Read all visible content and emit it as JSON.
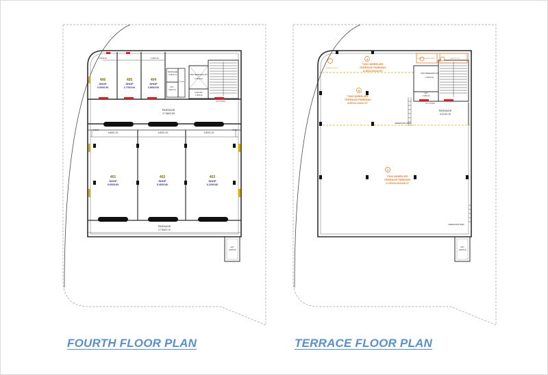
{
  "colors": {
    "wall": "#2b2b2b",
    "title": "#5b8fc9",
    "shop_label": "#2e2a86",
    "shop_number": "#7a6a00",
    "parking": "#e87722",
    "marker": "#d81e1e",
    "column": "#111111"
  },
  "titles": {
    "fourth": "FOURTH FLOOR PLAN",
    "terrace": "TERRACE FLOOR PLAN"
  },
  "fourth_floor": {
    "shops": [
      {
        "no": "406",
        "name": "SHOP",
        "dim": "3.30X6.94"
      },
      {
        "no": "405",
        "name": "SHOP",
        "dim": "2.70X4.94"
      },
      {
        "no": "404",
        "name": "SHOP",
        "dim": "2.85X4.94"
      },
      {
        "no": "401",
        "name": "SHOP",
        "dim": "5.65X9.80"
      },
      {
        "no": "402",
        "name": "SHOP",
        "dim": "5.45X9.80"
      },
      {
        "no": "403",
        "name": "SHOP",
        "dim": "6.15X9.80"
      }
    ],
    "passage_top": {
      "name": "PASSAGE",
      "dim": "17.56X2.50"
    },
    "passage_bottom": {
      "name": "PASSAGE",
      "dim": "17.56X2.10"
    },
    "passage_small": {
      "name": "PASSAGE",
      "dim": "3.15X2.13"
    },
    "two_wheeler_lift": {
      "name": "TWO WHEELER LIFT",
      "dim": "3.75X2.15"
    },
    "car_lift": {
      "name": "CAR LIFT",
      "dim": "3.75X1.00"
    },
    "lift_down": "LIFT DOWN",
    "lift_bottom": {
      "name": "LIFT",
      "dim": "1.80X2.15"
    },
    "depths": [
      "4.50X1.10",
      "4.50X1.10",
      "3.40X1.10"
    ],
    "wc": "W.C",
    "wc_dim": "1.00X1.70",
    "store": "STORE",
    "pass_b": "PASS B",
    "ramp": "RAMP",
    "top_dims": [
      "3.15X2.10",
      "1.00X1.10"
    ]
  },
  "terrace_floor": {
    "parking_a": {
      "letter": "A",
      "title": "TWO WHEELER",
      "sub": "TERRACE PARKING",
      "dim": "8.40X3.00X42.90"
    },
    "parking_b": {
      "letter": "B",
      "title": "TWO WHEELER",
      "sub": "TERRACE PARKING",
      "dim": "8.50X11.10X47.27"
    },
    "parking_c": {
      "letter": "C",
      "title": "TWO WHEELER",
      "sub": "TERRACE PARKING",
      "dim": "17.56X13.30X226.27"
    },
    "passage": {
      "name": "PASSAGE",
      "dim": "3.21X2.10"
    },
    "lift": {
      "name": "LIFT",
      "dim": "3.75X2.15"
    },
    "two_wheeler_lift": {
      "name": "TWO WHEELER LIFT",
      "dim": "3.75X2.15"
    },
    "lift_down": "LIFT DOWN",
    "lift_bottom": {
      "name": "LIFT",
      "dim": "1.80X2.15"
    },
    "parapet": "PARAPET WATER TANK",
    "headroom": "HEAD ROOM",
    "terrace_label": "TERRACE LEVEL",
    "fabrication": "FABRICATION SHED"
  }
}
